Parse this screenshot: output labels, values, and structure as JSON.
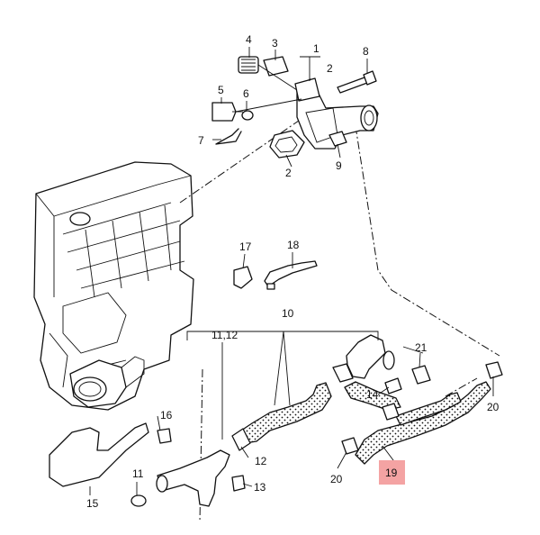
{
  "labels": {
    "p1": "1",
    "p2a": "2",
    "p2b": "2",
    "p3": "3",
    "p4": "4",
    "p5": "5",
    "p6": "6",
    "p7": "7",
    "p8": "8",
    "p9": "9",
    "p10": "10",
    "p11": "11",
    "p11_12": "11,12",
    "p12": "12",
    "p13": "13",
    "p14": "14",
    "p15": "15",
    "p16": "16",
    "p17": "17",
    "p18": "18",
    "p19": "19",
    "p20a": "20",
    "p20b": "20",
    "p21": "21"
  },
  "colors": {
    "highlight": "#f4a3a3",
    "line": "#111111",
    "background": "#ffffff"
  }
}
